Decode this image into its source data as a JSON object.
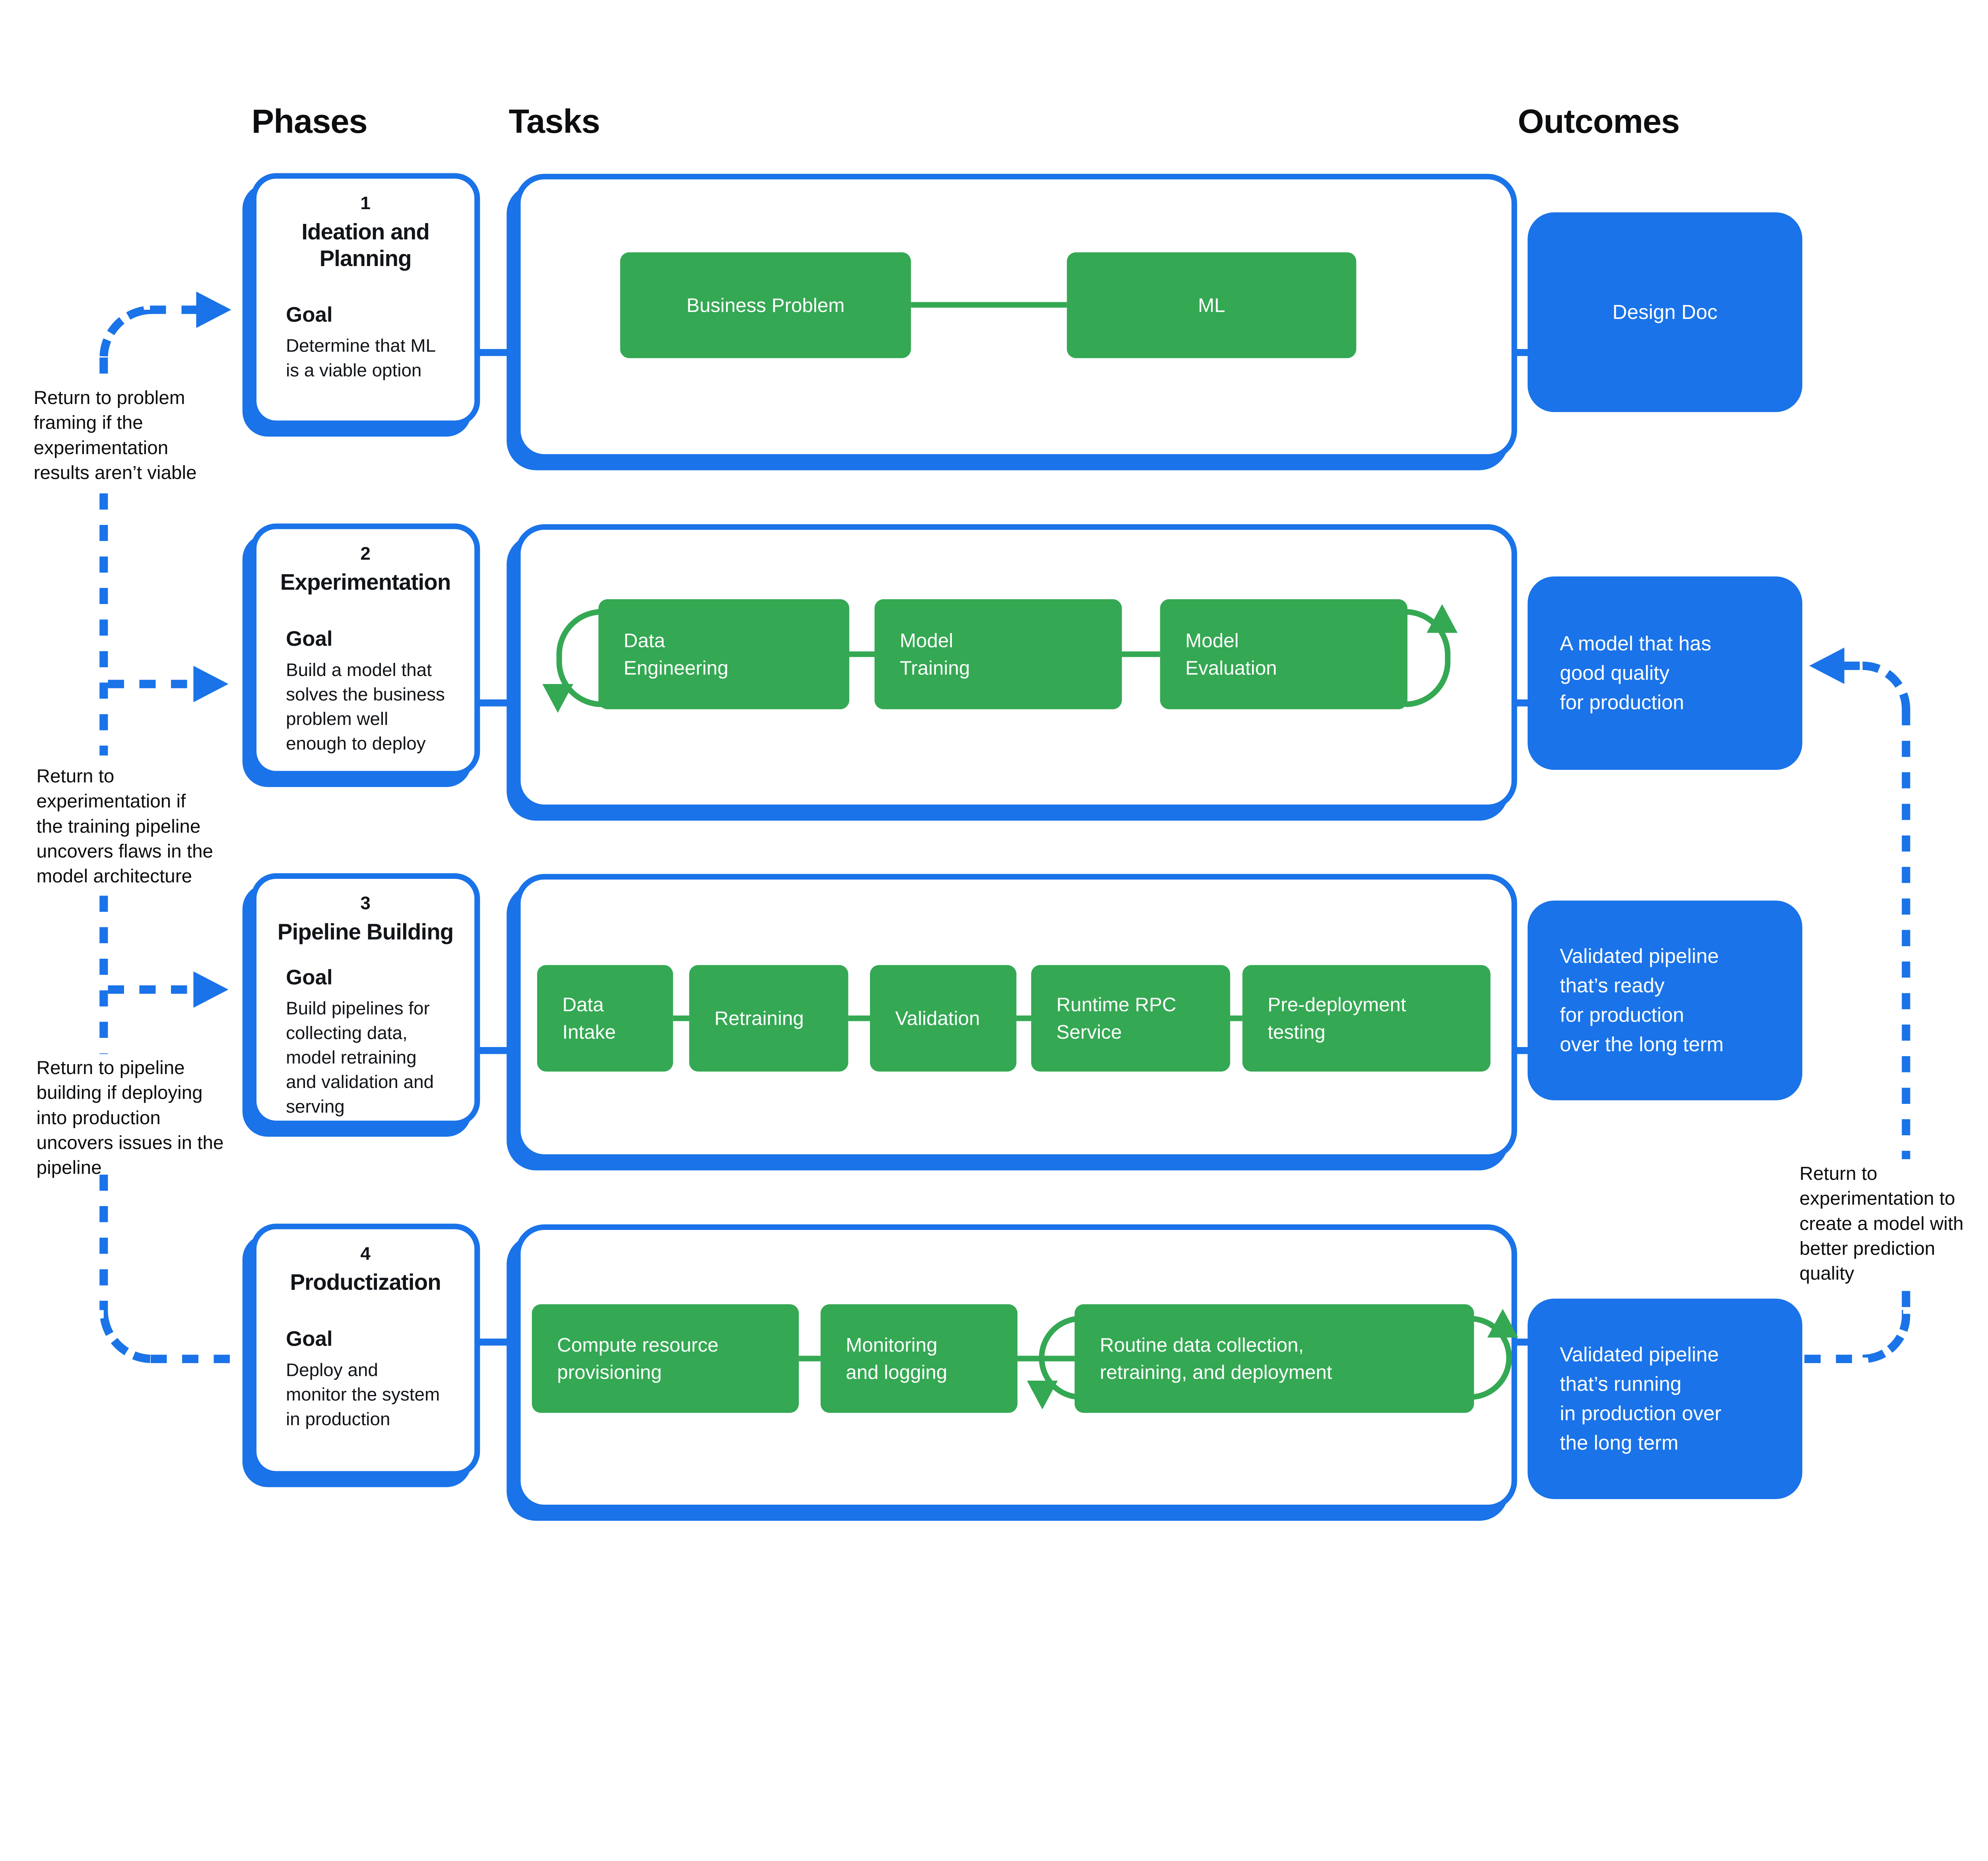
{
  "colors": {
    "blue": "#1a73e8",
    "green": "#34a853",
    "text": "#0b0d0f",
    "background": "#ffffff"
  },
  "columns": {
    "phases": "Phases",
    "tasks": "Tasks",
    "outcomes": "Outcomes"
  },
  "rows": [
    {
      "phase": {
        "number": "1",
        "title": "Ideation and\nPlanning",
        "goal_label": "Goal",
        "goal_text": "Determine that ML\nis a viable option"
      },
      "tasks": [
        "Business Problem",
        "ML"
      ],
      "outcome": "Design Doc"
    },
    {
      "phase": {
        "number": "2",
        "title": "Experimentation",
        "goal_label": "Goal",
        "goal_text": "Build a model that\nsolves the business\nproblem well\nenough to deploy"
      },
      "tasks": [
        "Data\nEngineering",
        "Model\nTraining",
        "Model\nEvaluation"
      ],
      "outcome": "A model that has\ngood quality\nfor production"
    },
    {
      "phase": {
        "number": "3",
        "title": "Pipeline Building",
        "goal_label": "Goal",
        "goal_text": "Build pipelines for\ncollecting data,\nmodel retraining\nand validation and\nserving"
      },
      "tasks": [
        "Data\nIntake",
        "Retraining",
        "Validation",
        "Runtime RPC\nService",
        "Pre-deployment\ntesting"
      ],
      "outcome": "Validated pipeline\nthat’s ready\nfor production\nover the long term"
    },
    {
      "phase": {
        "number": "4",
        "title": "Productization",
        "goal_label": "Goal",
        "goal_text": "Deploy and\nmonitor the system\nin production"
      },
      "tasks": [
        "Compute resource\nprovisioning",
        "Monitoring\nand logging",
        "Routine data collection,\nretraining, and deployment"
      ],
      "outcome": "Validated pipeline\nthat’s running\nin production over\nthe long term"
    }
  ],
  "annotations": {
    "left": [
      "Return to problem\nframing if the\nexperimentation\nresults aren’t viable",
      "Return to\nexperimentation if\nthe training pipeline\nuncovers flaws in the\nmodel architecture",
      "Return to pipeline\nbuilding if deploying\ninto production\nuncovers issues in the\npipeline"
    ],
    "right": [
      "Return to\nexperimentation to\ncreate a model with\nbetter prediction\nquality"
    ]
  }
}
